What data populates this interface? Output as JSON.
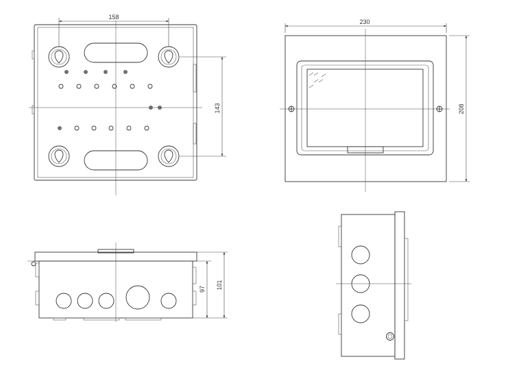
{
  "dimensions": {
    "back_view_hole_spacing_x": "158",
    "back_view_hole_spacing_y": "143",
    "front_view_width": "230",
    "front_view_height": "208",
    "bottom_view_height_inner": "97",
    "bottom_view_height_outer": "101"
  },
  "views": [
    "back-view",
    "front-view",
    "bottom-view",
    "side-view"
  ],
  "colors": {
    "line": "#333333",
    "background": "#ffffff"
  }
}
